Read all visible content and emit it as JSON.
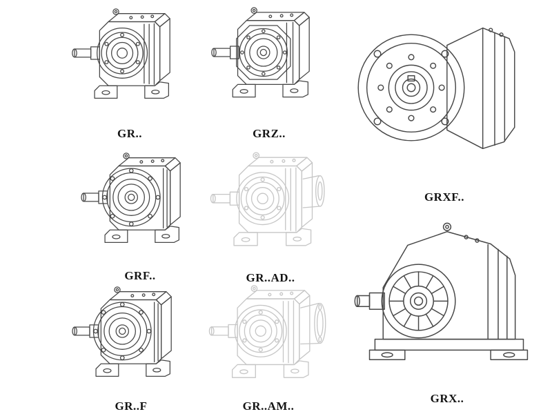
{
  "page": {
    "background": "#ffffff",
    "line_color": "#474747",
    "phantom_line_color": "#c6c6c6",
    "label_color": "#141414"
  },
  "figures": [
    {
      "id": "gr",
      "label": "GR..",
      "style": "solid",
      "drawing": "foot-mounted-helical-gear-unit"
    },
    {
      "id": "grz",
      "label": "GRZ..",
      "style": "solid",
      "drawing": "foot-mounted-gear-unit-octagonal-front"
    },
    {
      "id": "grxf",
      "label": "GRXF..",
      "style": "solid",
      "drawing": "flange-mounted-gear-unit-front-flange"
    },
    {
      "id": "grf",
      "label": "GRF..",
      "style": "solid",
      "drawing": "flange-gear-unit-with-feet"
    },
    {
      "id": "gr-ad",
      "label": "GR..AD..",
      "style": "phantom",
      "drawing": "gear-unit-with-input-adapter"
    },
    {
      "id": "grx",
      "label": "GRX..",
      "style": "solid",
      "drawing": "single-stage-foot-mounted-gear-unit"
    },
    {
      "id": "gr-f",
      "label": "GR..F",
      "style": "solid",
      "drawing": "foot-flange-gear-unit"
    },
    {
      "id": "gr-am",
      "label": "GR..AM..",
      "style": "phantom",
      "drawing": "gear-unit-with-motor-adapter-flange"
    }
  ]
}
